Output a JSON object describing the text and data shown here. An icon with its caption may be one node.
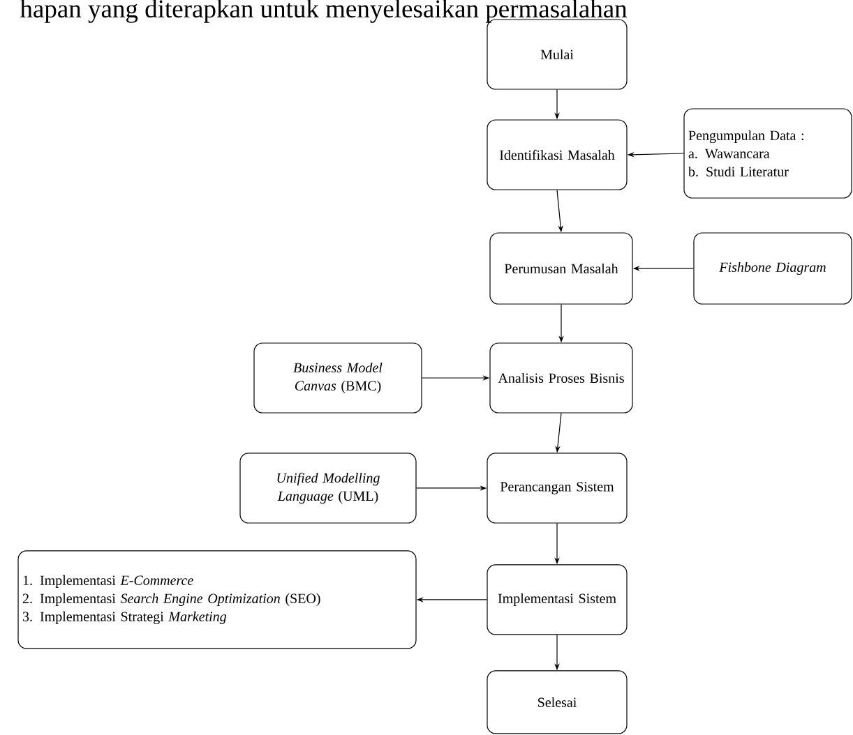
{
  "diagram": {
    "nodes": [
      {
        "text": [
          "Mulai"
        ]
      },
      {
        "text": [
          "Identifikasi Masalah"
        ]
      },
      {
        "text": [
          "Pengumpulan Data :",
          "a. Wawancara",
          "b. Studi Literatur"
        ]
      },
      {
        "text": [
          "Perumusan Masalah"
        ]
      },
      {
        "text": [
          "Fishbone Diagram"
        ]
      },
      {
        "text": [
          "*Business Model Canvas* (BMC)"
        ]
      },
      {
        "text": [
          "Analisis Proses Bisnis"
        ]
      },
      {
        "text": [
          "*Unified Modelling Language* (UML)"
        ]
      },
      {
        "text": [
          "Perancangan Sistem"
        ]
      },
      {
        "text": [
          "1. Implementasi *E-Commerce*",
          "2. Implementasi *Search Engine Optimization* (SEO)",
          "3. Implementasi Strategi *Marketing*"
        ]
      },
      {
        "text": [
          "Implementasi Sistem"
        ]
      },
      {
        "text": [
          "Selesai"
        ]
      }
    ],
    "edges": [
      {
        "from": 0,
        "to": 1,
        "arrow": "to"
      },
      {
        "from": 2,
        "to": 1,
        "arrow": "to"
      },
      {
        "from": 1,
        "to": 3,
        "arrow": "to"
      },
      {
        "from": 4,
        "to": 3,
        "arrow": "to"
      },
      {
        "from": 3,
        "to": 6,
        "arrow": "to"
      },
      {
        "from": 5,
        "to": 6,
        "arrow": "to"
      },
      {
        "from": 6,
        "to": 8,
        "arrow": "to"
      },
      {
        "from": 7,
        "to": 8,
        "arrow": "to"
      },
      {
        "from": 8,
        "to": 10,
        "arrow": "to"
      },
      {
        "from": 10,
        "to": 9,
        "arrow": "to"
      },
      {
        "from": 10,
        "to": 11,
        "arrow": "to"
      }
    ],
    "labels": [
      "hapan yang diterapkan untuk menyelesaikan permasalahan"
    ]
  }
}
